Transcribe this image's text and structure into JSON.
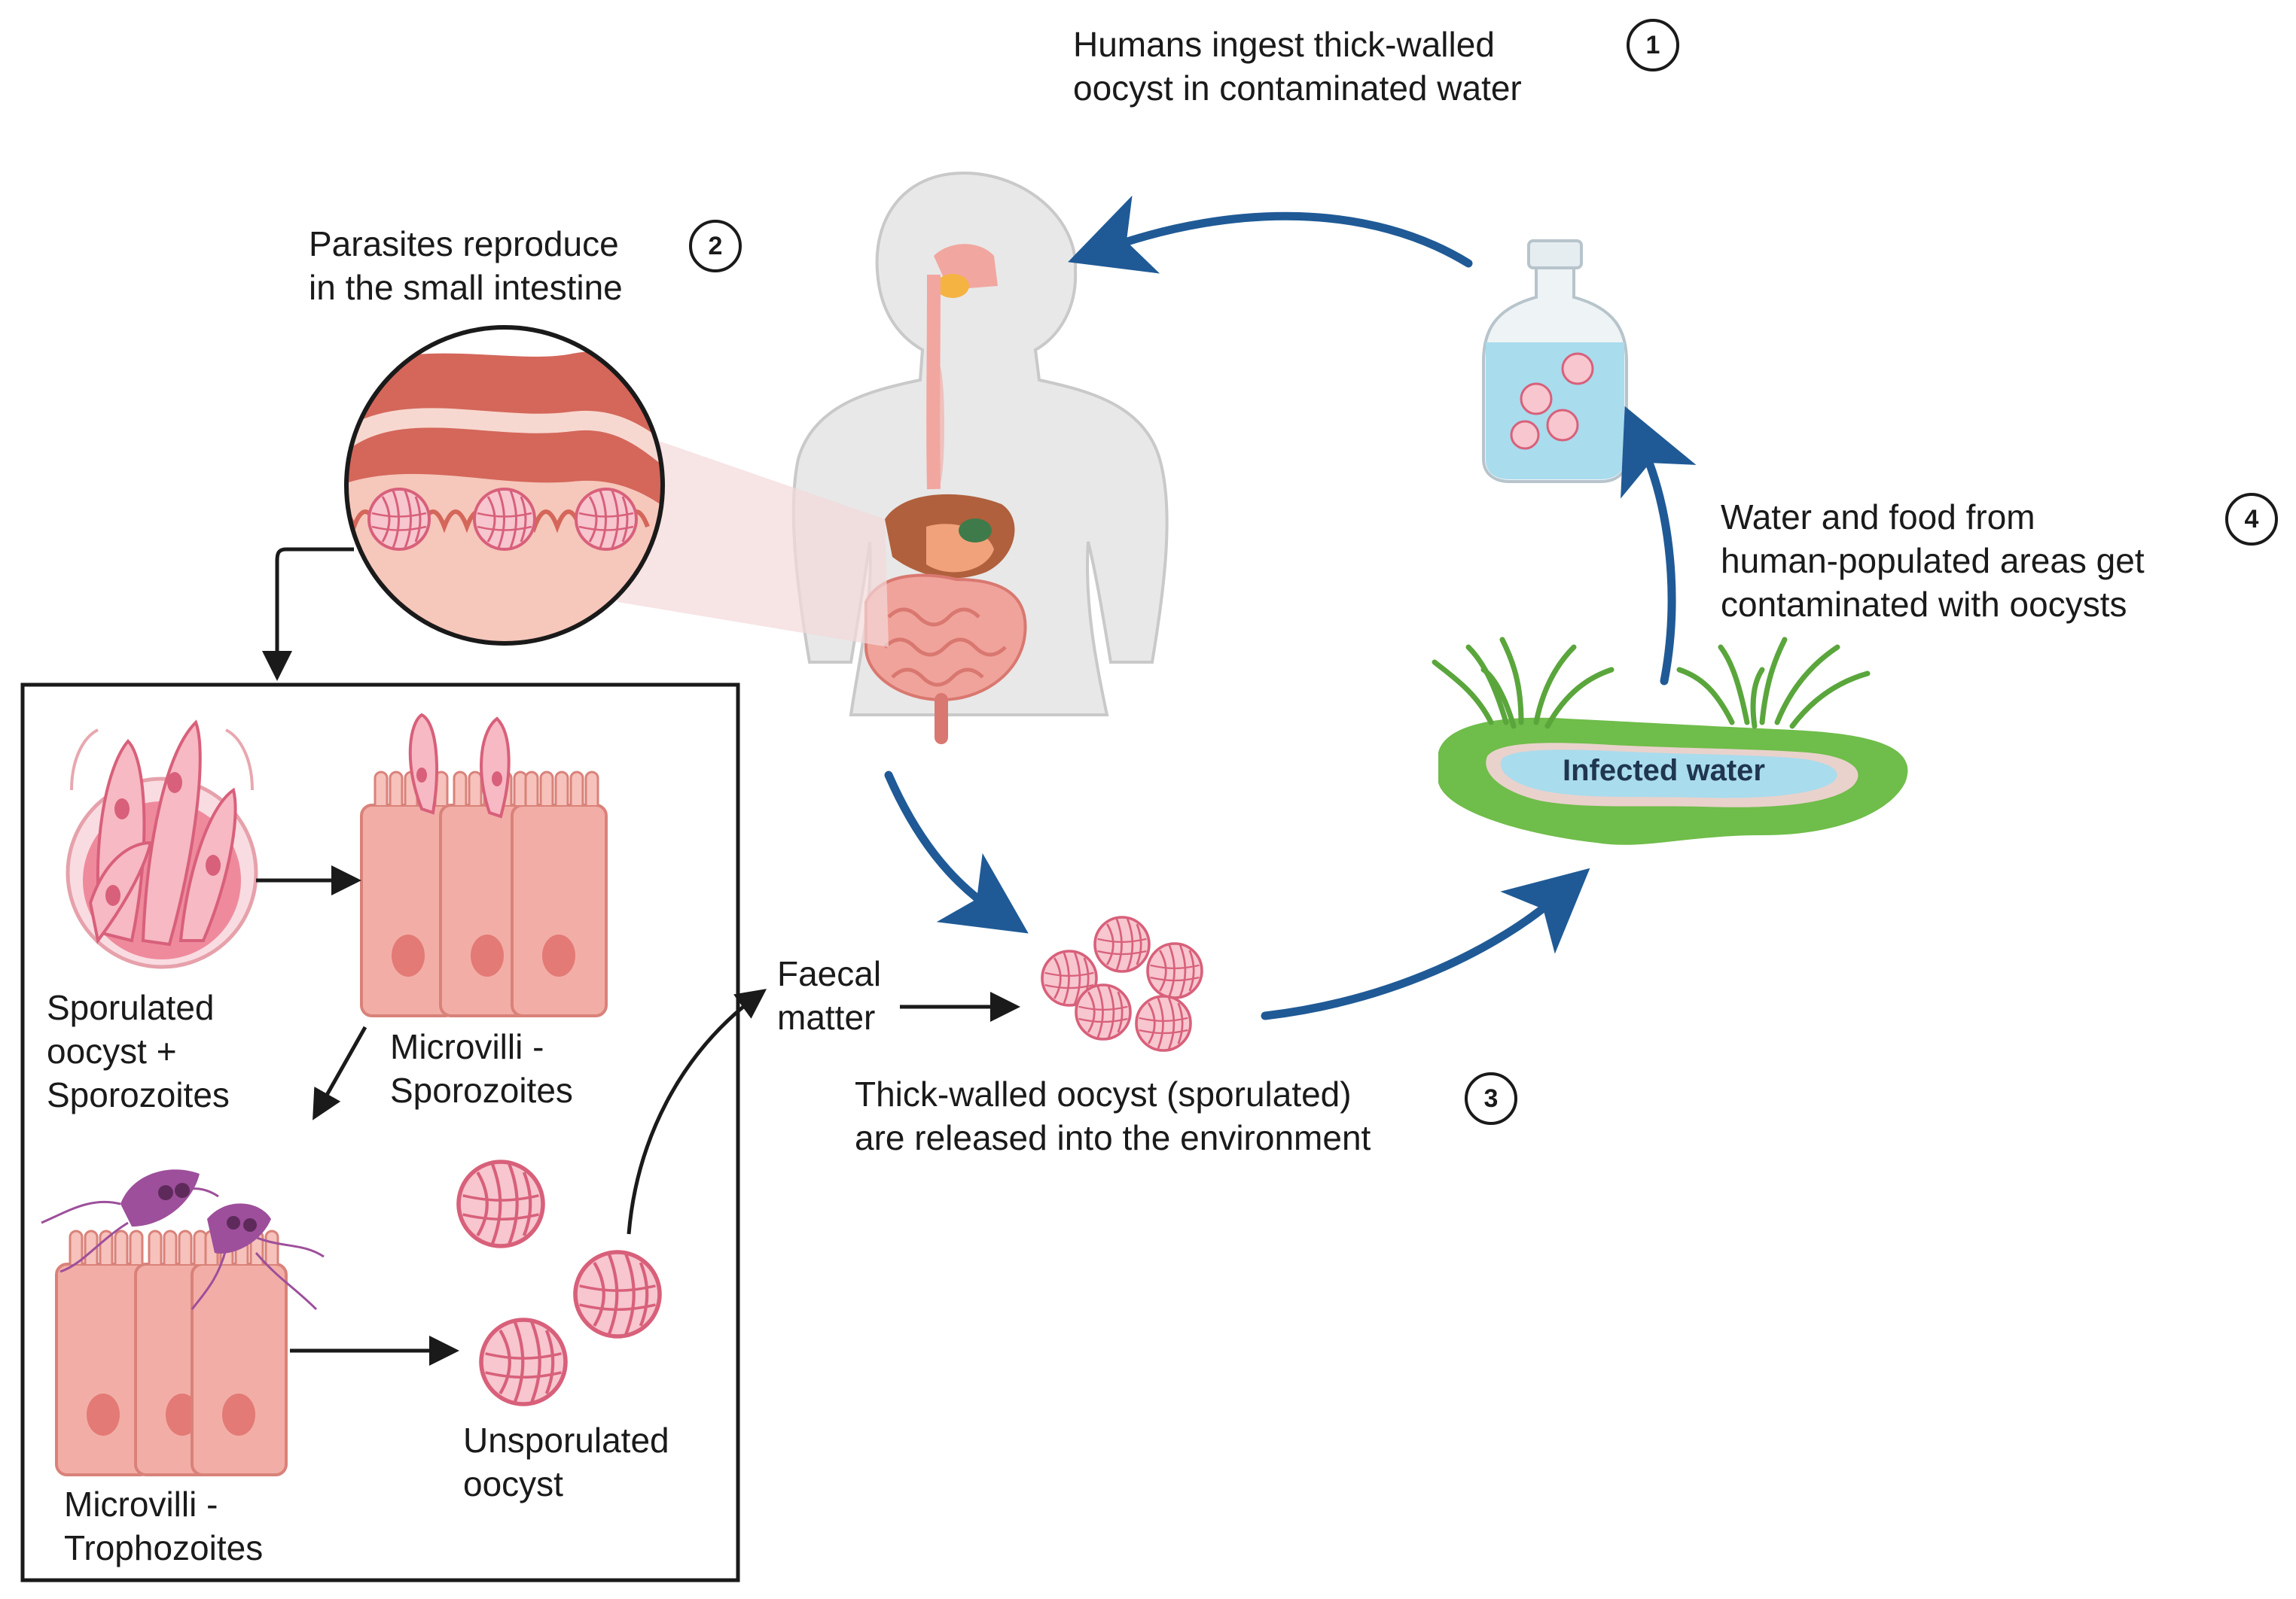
{
  "steps": {
    "s1": {
      "number": "1",
      "line1": "Humans ingest thick-walled",
      "line2": "oocyst in contaminated  water"
    },
    "s2": {
      "number": "2",
      "line1": "Parasites reproduce",
      "line2": "in the small intestine"
    },
    "s3": {
      "number": "3",
      "line1": "Thick-walled oocyst (sporulated)",
      "line2": "are released into the environment"
    },
    "s4": {
      "number": "4",
      "line1": "Water and food from",
      "line2": "human-populated areas get",
      "line3": "contaminated with oocysts"
    }
  },
  "pond": {
    "label": "Infected water"
  },
  "faecal": {
    "line1": "Faecal",
    "line2": "matter"
  },
  "inset": {
    "sporulated": {
      "line1": "Sporulated",
      "line2": "oocyst +",
      "line3": "Sporozoites"
    },
    "microvilli_sporozoites": {
      "line1": "Microvilli -",
      "line2": "Sporozoites"
    },
    "microvilli_trophozoites": {
      "line1": "Microvilli -",
      "line2": "Trophozoites"
    },
    "unsporulated": {
      "line1": "Unsporulated",
      "line2": "oocyst"
    }
  },
  "colors": {
    "cycle_arrow": "#1f5a96",
    "black_arrow": "#1a1a1a",
    "oocyst_pink": "#f3b7c2",
    "oocyst_stroke": "#d8607a",
    "cell_pink": "#f2aea6",
    "nucleus": "#e37a76",
    "intestine": "#d4675a",
    "body_gray": "#e8e8e8",
    "water_blue": "#a9dced",
    "grass_green": "#5aa63c",
    "trophozoite_purple": "#9d4f9b"
  }
}
